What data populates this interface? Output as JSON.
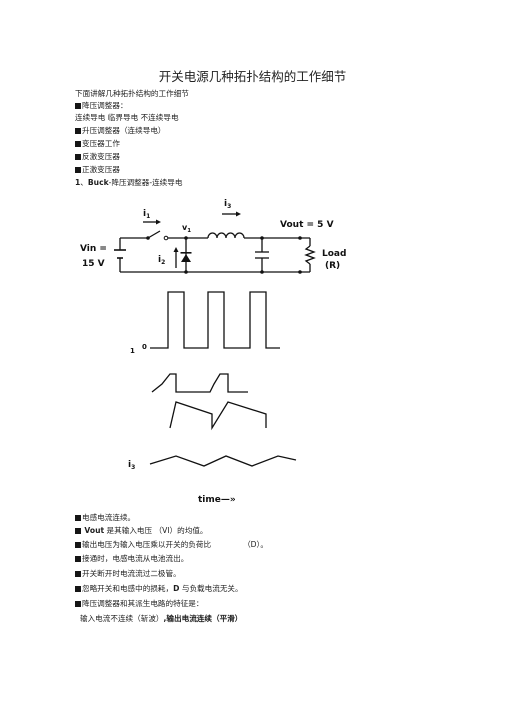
{
  "doc": {
    "title": "开关电源几种拓扑结构的工作细节",
    "intro": "下面讲解几种拓扑结构的工作细节",
    "list": [
      "降压调整器：",
      "连续导电  临界导电  不连续导电",
      "升压调整器（连续导电）",
      "变压器工作",
      "反激变压器",
      "正激变压器"
    ],
    "section": {
      "num": "1",
      "sep": "、",
      "name": "Buck",
      "rest": "-降压调整器-连续导电"
    },
    "circuit": {
      "i1": "i",
      "i1_sub": "1",
      "i2": "i",
      "i2_sub": "2",
      "i3": "i",
      "i3_sub": "3",
      "v1": "v",
      "v1_sub": "1",
      "vin": "Vin =",
      "vin_val": "15 V",
      "vout": "Vout  = 5 V",
      "load": "Load",
      "load_r": "(R)"
    },
    "waveform": {
      "i1_mark": "1",
      "zero": "0",
      "i3": "i",
      "i3_sub": "3",
      "time": "time—»"
    },
    "notes": {
      "n1": "电感电流连续。",
      "n2_bold": "Vout",
      "n2_rest": " 是其输入电压  （VI）的均值。",
      "n3_a": "输出电压为输入电压乘以开关的负荷比",
      "n3_b": "（D）。",
      "n4": "接通时，电感电流从电池流出。",
      "n5": "开关断开时电流流过二极管。",
      "n6_a": "忽略开关和电感中的损耗，",
      "n6_d": "D",
      "n6_b": " 与负载电流无关。",
      "n7": "降压调整器和其派生电路的特征是：",
      "n8_a": "输入电流不连续（斩波）",
      "n8_b": ",输出电流连续（平滑）"
    }
  }
}
